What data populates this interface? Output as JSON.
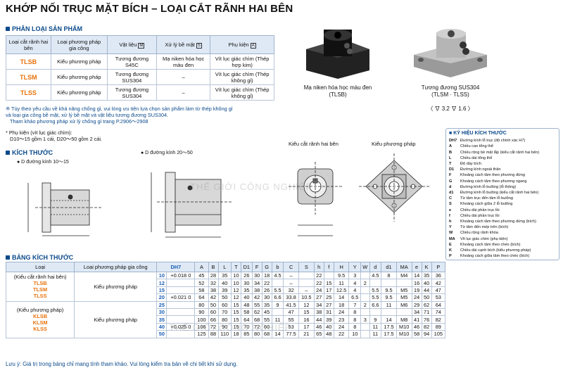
{
  "title": "KHỚP NỐI TRỤC MẶT BÍCH – LOẠI CẮT RÃNH HAI BÊN",
  "sec_classification": "PHÂN LOẠI SẢN PHẨM",
  "classification": {
    "headers": [
      "Loại cắt rãnh hai bên",
      "Loại phương pháp gia công",
      "Vật liệu",
      "Xử lý bề mặt",
      "Phụ kiện"
    ],
    "header_tags": [
      "M",
      "S",
      "A"
    ],
    "rows": [
      {
        "code": "TLSB",
        "method": "Kiểu phương pháp",
        "material": "Tương đương S45C",
        "surface": "Mạ niken hóa học màu đen",
        "acc": "Vít lục giác chìm (Thép hợp kim)"
      },
      {
        "code": "TLSM",
        "method": "Kiểu phương pháp",
        "material": "Tương đương SUS304",
        "surface": "–",
        "acc": "Vít lục giác chìm (Thép không gỉ)"
      },
      {
        "code": "TLSS",
        "method": "Kiểu phương pháp",
        "material": "Tương đương SUS304",
        "surface": "–",
        "acc": "Vít lục giác chìm (Thép không gỉ)"
      }
    ]
  },
  "notes": [
    "※ Tùy theo yêu cầu về khả năng chống gỉ, vui lòng ưu tiên lựa chọn sản phẩm làm từ thép không gỉ",
    "và loại gia công bề mặt, xử lý bề mặt và vật liệu tương đương SUS304.",
    "Tham khảo phương pháp xử lý chống gỉ trang P.2906～2908"
  ],
  "accessory_note": [
    "* Phụ kiện (vít lục giác chìm):",
    "D10～15 gồm 1 cái, D20～50 gồm 2 cái."
  ],
  "sec_dims": "KÍCH THƯỚC",
  "diag1_label": "● D đường kính 10～15",
  "diag2_label": "● D đường kính 20～50",
  "diag3_label": "Kiểu cắt rãnh hai bên",
  "diag4_label": "Kiểu phương pháp",
  "photo1_caption": [
    "Mạ niken hóa học màu đen",
    "(TLSB)"
  ],
  "photo2_caption": [
    "Tương đương SUS304",
    "(TLSM · TLSS)"
  ],
  "roughness": "〈 ∇ 3.2  ∇ 1.6 〉",
  "legend": {
    "title": "KÝ HIỆU KÍCH THƯỚC",
    "items": [
      [
        "DH7",
        "Đường kính lỗ trục (độ chính xác H7)"
      ],
      [
        "A",
        "Chiều cao tổng thể"
      ],
      [
        "B",
        "Chiều rộng bề mặt lắp (kiểu cắt rãnh hai bên)"
      ],
      [
        "L",
        "Chiều dài tổng thể"
      ],
      [
        "T",
        "Độ dày bích"
      ],
      [
        "D1",
        "Đường kính ngoài thân"
      ],
      [
        "F",
        "Khoảng cách tâm theo phương đứng"
      ],
      [
        "G",
        "Khoảng cách tâm theo phương ngang"
      ],
      [
        "d",
        "Đường kính lỗ bulông (lỗ thông)"
      ],
      [
        "d1",
        "Đường kính lỗ bulông (kiểu cắt rãnh hai bên)"
      ],
      [
        "C",
        "Từ tâm trục đến tâm lỗ bulông"
      ],
      [
        "S",
        "Khoảng cách giữa 2 lỗ bulông"
      ],
      [
        "e",
        "Chiều dài phần trục lồi"
      ],
      [
        "f",
        "Chiều dài phần trục lồi"
      ],
      [
        "h",
        "Khoảng cách tâm theo phương dứng (bích)"
      ],
      [
        "Y",
        "Từ tâm đến mép trên (bích)"
      ],
      [
        "W",
        "Chiều rộng rãnh khóa"
      ],
      [
        "MA",
        "Vít lục giác chìm (phụ kiện)"
      ],
      [
        "E",
        "Khoảng cách tâm theo chéo (bích)"
      ],
      [
        "K",
        "Chiều dài cạnh bích (kiểu phương pháp)"
      ],
      [
        "P",
        "Khoảng cách giữa tâm theo chéo (bích)"
      ]
    ]
  },
  "sec_table": "BẢNG KÍCH THƯỚC",
  "dim_headers": [
    "Loại",
    "Loại phương pháp gia công",
    "DH7",
    "",
    "A",
    "B",
    "L",
    "T",
    "D1",
    "F",
    "G",
    "b",
    "C",
    "S",
    "h",
    "f",
    "H",
    "Y",
    "W",
    "d",
    "d1",
    "MA",
    "e",
    "K",
    "P"
  ],
  "dim_groups": [
    {
      "type": "(Kiểu cắt rãnh hai bên)",
      "codes": [
        "TLSB",
        "TLSM",
        "TLSS"
      ],
      "method": "Kiểu phương pháp"
    },
    {
      "type": "(Kiểu phương pháp)",
      "codes": [
        "KLSB",
        "KLSM",
        "KLSS"
      ],
      "method": "Kiểu phương pháp"
    }
  ],
  "dim_rows": [
    [
      "10",
      "+0.018 0",
      "45",
      "28",
      "35",
      "10",
      "26",
      "30",
      "18",
      "4.5",
      "–",
      "",
      "22",
      "",
      "9.5",
      "3",
      "",
      "4.5",
      "8",
      "M4",
      "14",
      "35",
      "36"
    ],
    [
      "12",
      "",
      "52",
      "32",
      "40",
      "10",
      "30",
      "34",
      "22",
      "",
      "–",
      "",
      "22",
      "15",
      "11",
      "4",
      "2",
      "",
      "",
      "",
      "16",
      "40",
      "42"
    ],
    [
      "15",
      "",
      "58",
      "38",
      "39",
      "12",
      "35",
      "38",
      "26",
      "5.5",
      "32",
      "–",
      "24",
      "17",
      "12.5",
      "4",
      "",
      "5.5",
      "9.5",
      "M5",
      "19",
      "44",
      "47"
    ],
    [
      "20",
      "+0.021 0",
      "64",
      "42",
      "50",
      "12",
      "40",
      "42",
      "30",
      "6.6",
      "33.8",
      "10.5",
      "27",
      "25",
      "14",
      "6.5",
      "",
      "5.5",
      "9.5",
      "M5",
      "24",
      "50",
      "53"
    ],
    [
      "25",
      "",
      "80",
      "50",
      "60",
      "15",
      "48",
      "55",
      "35",
      "9",
      "41.5",
      "12",
      "34",
      "27",
      "18",
      "7",
      "2",
      "6.6",
      "11",
      "M6",
      "29",
      "62",
      "64"
    ],
    [
      "30",
      "",
      "90",
      "60",
      "70",
      "15",
      "58",
      "62",
      "45",
      "",
      "47",
      "15",
      "38",
      "31",
      "24",
      "8",
      "",
      "",
      "",
      "",
      "34",
      "71",
      "74"
    ],
    [
      "35",
      "",
      "100",
      "66",
      "80",
      "15",
      "64",
      "68",
      "55",
      "11",
      "55",
      "16",
      "44",
      "39",
      "23",
      "8",
      "3",
      "9",
      "14",
      "M8",
      "41",
      "76",
      "82"
    ],
    [
      "40",
      "+0.025 0",
      "106",
      "72",
      "90",
      "15",
      "70",
      "72",
      "60",
      "",
      "53",
      "17",
      "46",
      "40",
      "24",
      "8",
      "",
      "11",
      "17.5",
      "M10",
      "46",
      "82",
      "89"
    ],
    [
      "50",
      "",
      "125",
      "88",
      "110",
      "18",
      "85",
      "80",
      "68",
      "14",
      "77.5",
      "21",
      "65",
      "48",
      "22",
      "10",
      "",
      "11",
      "17.5",
      "M10",
      "58",
      "94",
      "105"
    ]
  ],
  "footnote": "Lưu ý: Giá trị trong bảng chỉ mang tính tham khảo. Vui lòng kiểm tra bản vẽ chi tiết khi sử dụng.",
  "watermark": "THẾ GIỚI CÔNG NGHIỆP",
  "colors": {
    "accent": "#0b4a8b",
    "code": "#e8720c"
  }
}
